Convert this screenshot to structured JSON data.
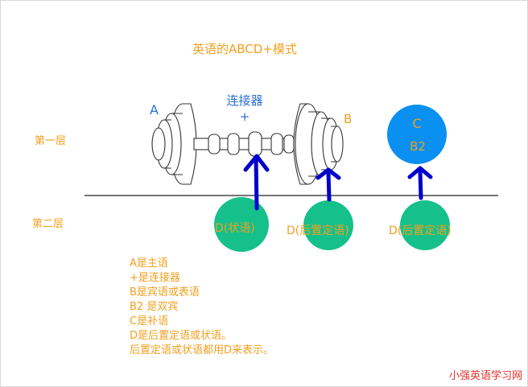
{
  "title": "英语的ABCD+模式",
  "connector": {
    "text": "连接器",
    "plus": "+"
  },
  "layers": {
    "first": "第一层",
    "second": "第二层"
  },
  "parts": {
    "A": "A",
    "B": "B",
    "C": "C",
    "B2": "B2"
  },
  "d_labels": [
    "D(状语)",
    "D(后置定语)",
    "D(后置定语)"
  ],
  "legend": [
    "A是主语",
    "+是连接器",
    "B是宾语或表语",
    "B2 是双宾",
    "C是补语",
    "D是后置定语或状语。",
    "后置定语或状语都用D来表示。"
  ],
  "watermark": "小强英语学习网",
  "colors": {
    "orange": "#f0a020",
    "blue_text": "#2a6fd6",
    "arrow": "#0000cc",
    "green": "#16c08a",
    "blue_circle": "#0a90f0"
  }
}
